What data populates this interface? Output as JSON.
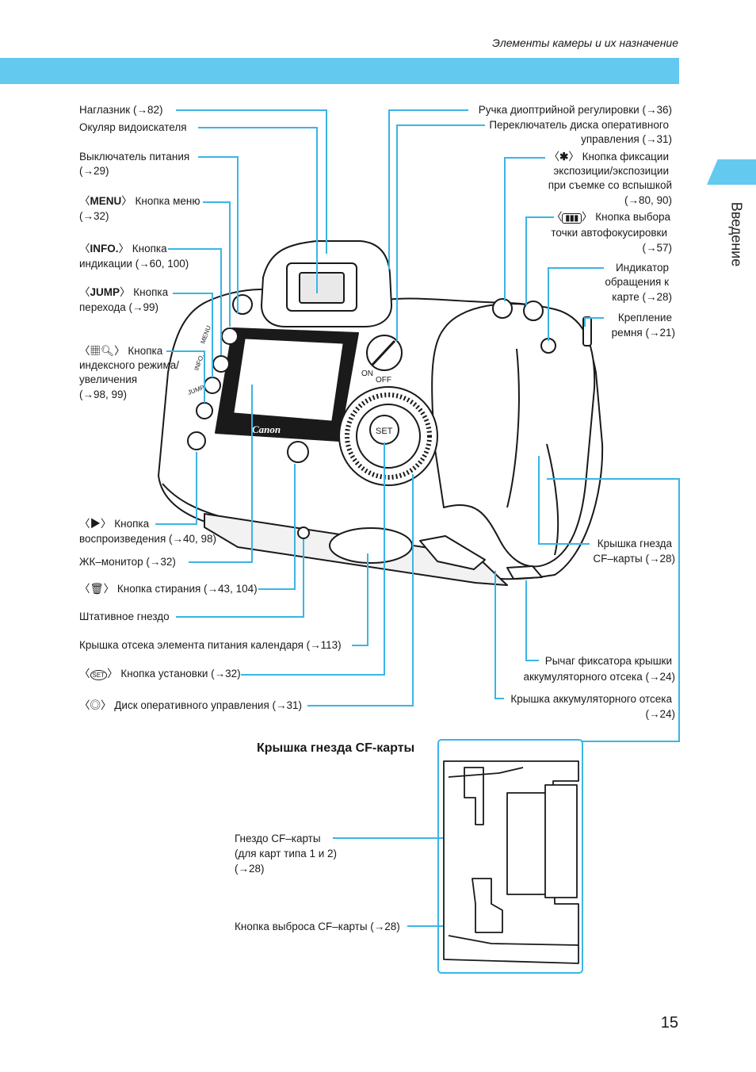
{
  "header": {
    "title": "Элементы камеры и их назначение"
  },
  "side_tab": {
    "label": "Введение"
  },
  "labels": {
    "eyecup": "Наглазник  (→82)",
    "eyepiece": "Окуляр видоискателя",
    "power_1": "Выключатель питания",
    "power_2": "(→29)",
    "menu_key": "MENU",
    "menu_1": "Кнопка меню",
    "menu_2": "(→32)",
    "info_key": "INFO.",
    "info_1": "Кнопка",
    "info_2": "индикации  (→60, 100)",
    "jump_key": "JUMP",
    "jump_1": "Кнопка",
    "jump_2": "перехода  (→99)",
    "index_1": "Кнопка",
    "index_2": "индексного режима/",
    "index_3": "увеличения",
    "index_4": "(→98, 99)",
    "play_1": "Кнопка",
    "play_2": "воспроизведения  (→40, 98)",
    "lcd": "ЖК–монитор  (→32)",
    "erase": "Кнопка стирания  (→43, 104)",
    "tripod": "Штативное гнездо",
    "date_battery": "Крышка отсека элемента питания календаря  (→113)",
    "set_key": "SET",
    "set_button": "Кнопка установки  (→32)",
    "quick_dial": "Диск оперативного управления  (→31)",
    "diopter": "Ручка диоптрийной регулировки  (→36)",
    "qcd_switch_1": "Переключатель диска оперативного",
    "qcd_switch_2": "управления  (→31)",
    "ae_lock_1": "Кнопка фиксации",
    "ae_lock_2": "экспозиции/экспозиции",
    "ae_lock_3": "при съемке со вспышкой",
    "ae_lock_4": "(→80, 90)",
    "af_point_1": "Кнопка выбора",
    "af_point_2": "точки автофокусировки",
    "af_point_3": "(→57)",
    "access_1": "Индикатор",
    "access_2": "обращения к",
    "access_3": "карте  (→28)",
    "strap_1": "Крепление",
    "strap_2": "ремня  (→21)",
    "cf_cover_1": "Крышка гнезда",
    "cf_cover_2": "CF–карты  (→28)",
    "batt_lever_1": "Рычаг фиксатора крышки",
    "batt_lever_2": "аккумуляторного отсека  (→24)",
    "batt_cover_1": "Крышка аккумуляторного отсека",
    "batt_cover_2": "(→24)",
    "cf_slot_1": "Гнездо CF–карты",
    "cf_slot_2": "(для карт типа 1 и 2)",
    "cf_slot_3": "(→28)",
    "cf_eject": "Кнопка выброса CF–карты  (→28)"
  },
  "camera": {
    "brand": "Canon",
    "set_label": "SET",
    "on_label": "ON",
    "off_label": "OFF",
    "menu_small": "MENU",
    "info_small": "INFO.",
    "jump_small": "JUMP"
  },
  "inset": {
    "title": "Крышка гнезда CF-карты"
  },
  "page": {
    "number": "15"
  },
  "colors": {
    "accent": "#63c9ef",
    "leader": "#3bb5e6",
    "text": "#1a1a1a"
  }
}
